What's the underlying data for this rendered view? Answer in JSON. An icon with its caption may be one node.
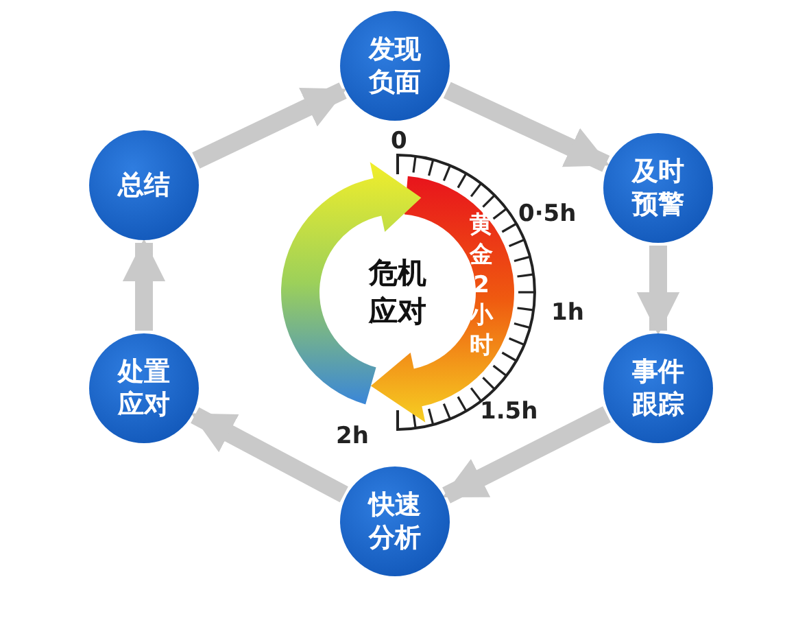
{
  "diagram": {
    "nodes": [
      {
        "text": [
          "发现负面"
        ]
      },
      {
        "text": [
          "及时预警"
        ]
      },
      {
        "text": [
          "事件跟踪"
        ]
      },
      {
        "text": [
          "快速分析"
        ]
      },
      {
        "text": [
          "处置应对"
        ]
      },
      {
        "text": [
          "总结"
        ]
      },
      {
        "text": [
          "危机应对"
        ]
      }
    ],
    "edges": [
      {
        "from": 0,
        "to": 1,
        "arrow": "to"
      },
      {
        "from": 1,
        "to": 2,
        "arrow": "to"
      },
      {
        "from": 2,
        "to": 3,
        "arrow": "to"
      },
      {
        "from": 3,
        "to": 4,
        "arrow": "to"
      },
      {
        "from": 4,
        "to": 5,
        "arrow": "to"
      },
      {
        "from": 5,
        "to": 0,
        "arrow": "to"
      }
    ],
    "labels": [
      "0",
      "0·5h",
      "1h",
      "1.5h",
      "2h",
      "黄金2小时"
    ]
  }
}
